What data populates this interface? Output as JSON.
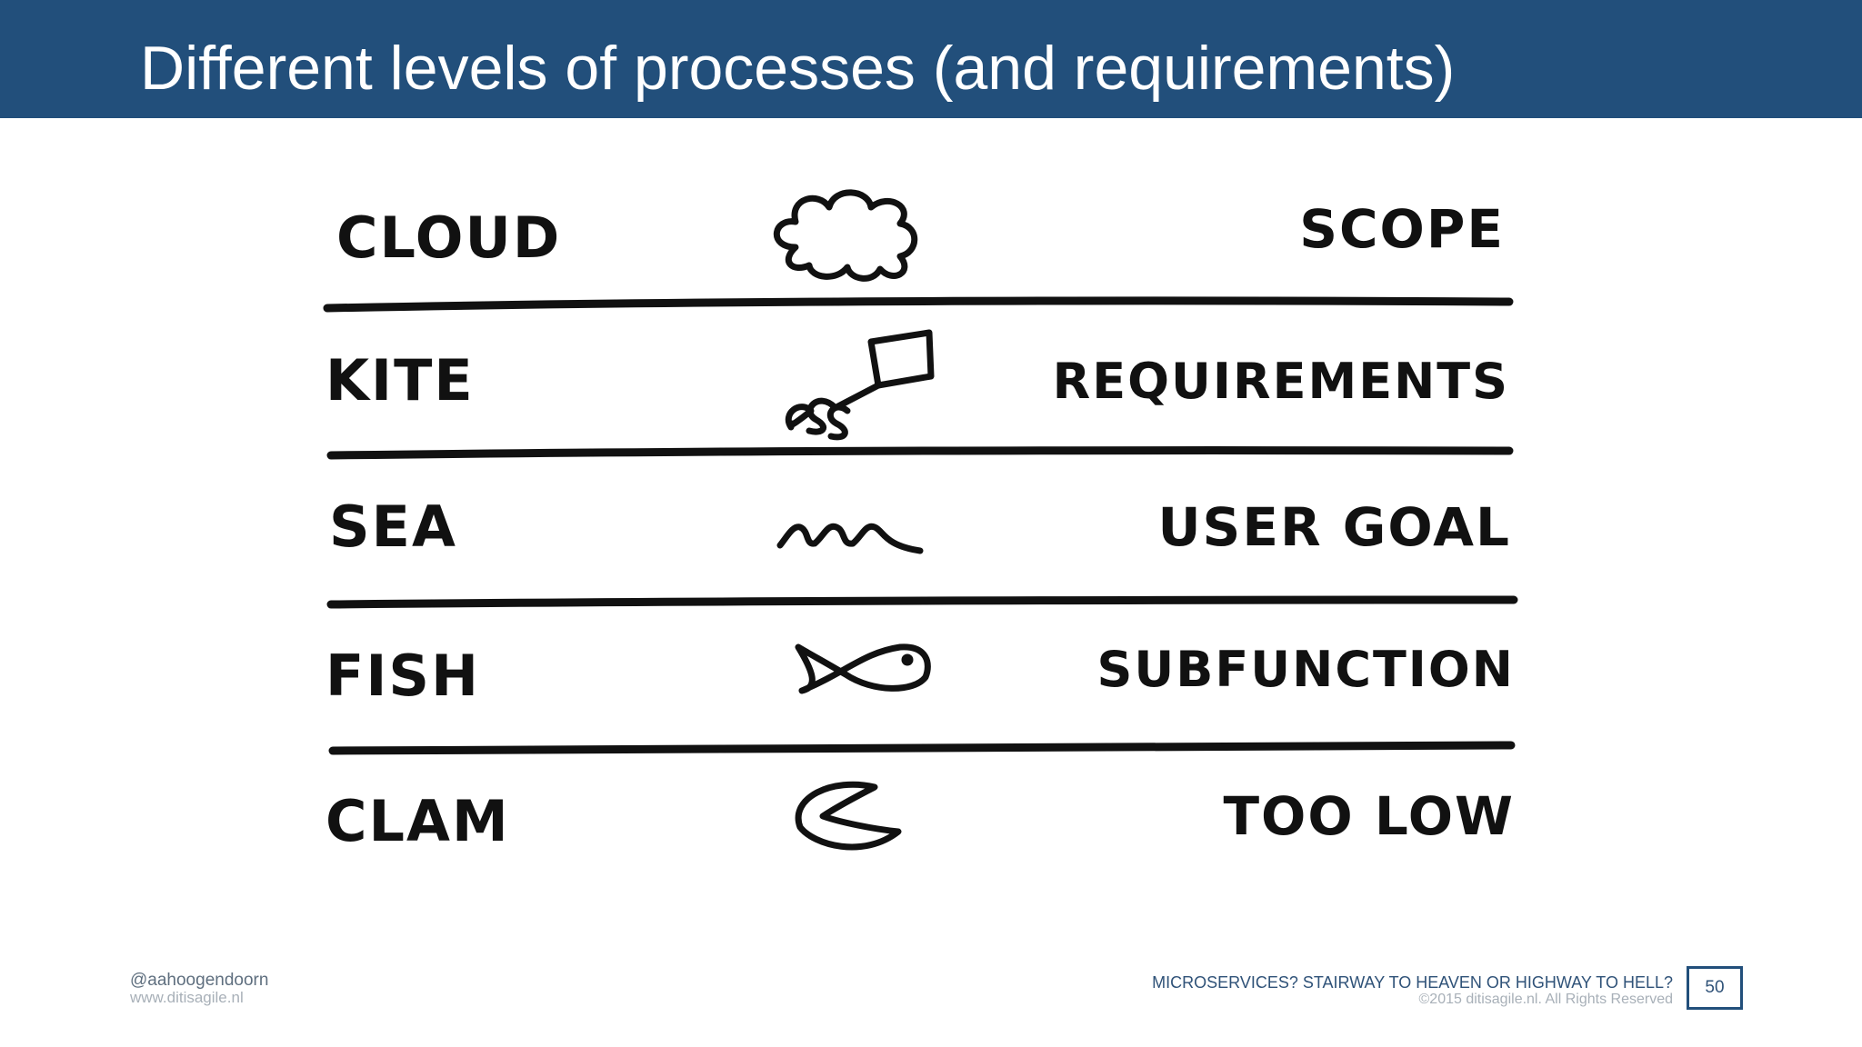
{
  "slide": {
    "title": "Different levels of processes (and requirements)",
    "header_color": "#224f7b"
  },
  "levels": [
    {
      "name": "CLOUD",
      "icon": "cloud-icon",
      "meaning": "SCOPE"
    },
    {
      "name": "KITE",
      "icon": "kite-icon",
      "meaning": "REQUIREMENTS"
    },
    {
      "name": "SEA",
      "icon": "waves-icon",
      "meaning": "USER GOAL"
    },
    {
      "name": "FISH",
      "icon": "fish-icon",
      "meaning": "SUBFUNCTION"
    },
    {
      "name": "CLAM",
      "icon": "clam-icon",
      "meaning": "TOO LOW"
    }
  ],
  "footer": {
    "handle": "@aahoogendoorn",
    "url": "www.ditisagile.nl",
    "talk_title": "MICROSERVICES? STAIRWAY TO HEAVEN OR HIGHWAY TO HELL?",
    "copyright": "©2015 ditisagile.nl. All Rights Reserved",
    "page_number": "50"
  }
}
